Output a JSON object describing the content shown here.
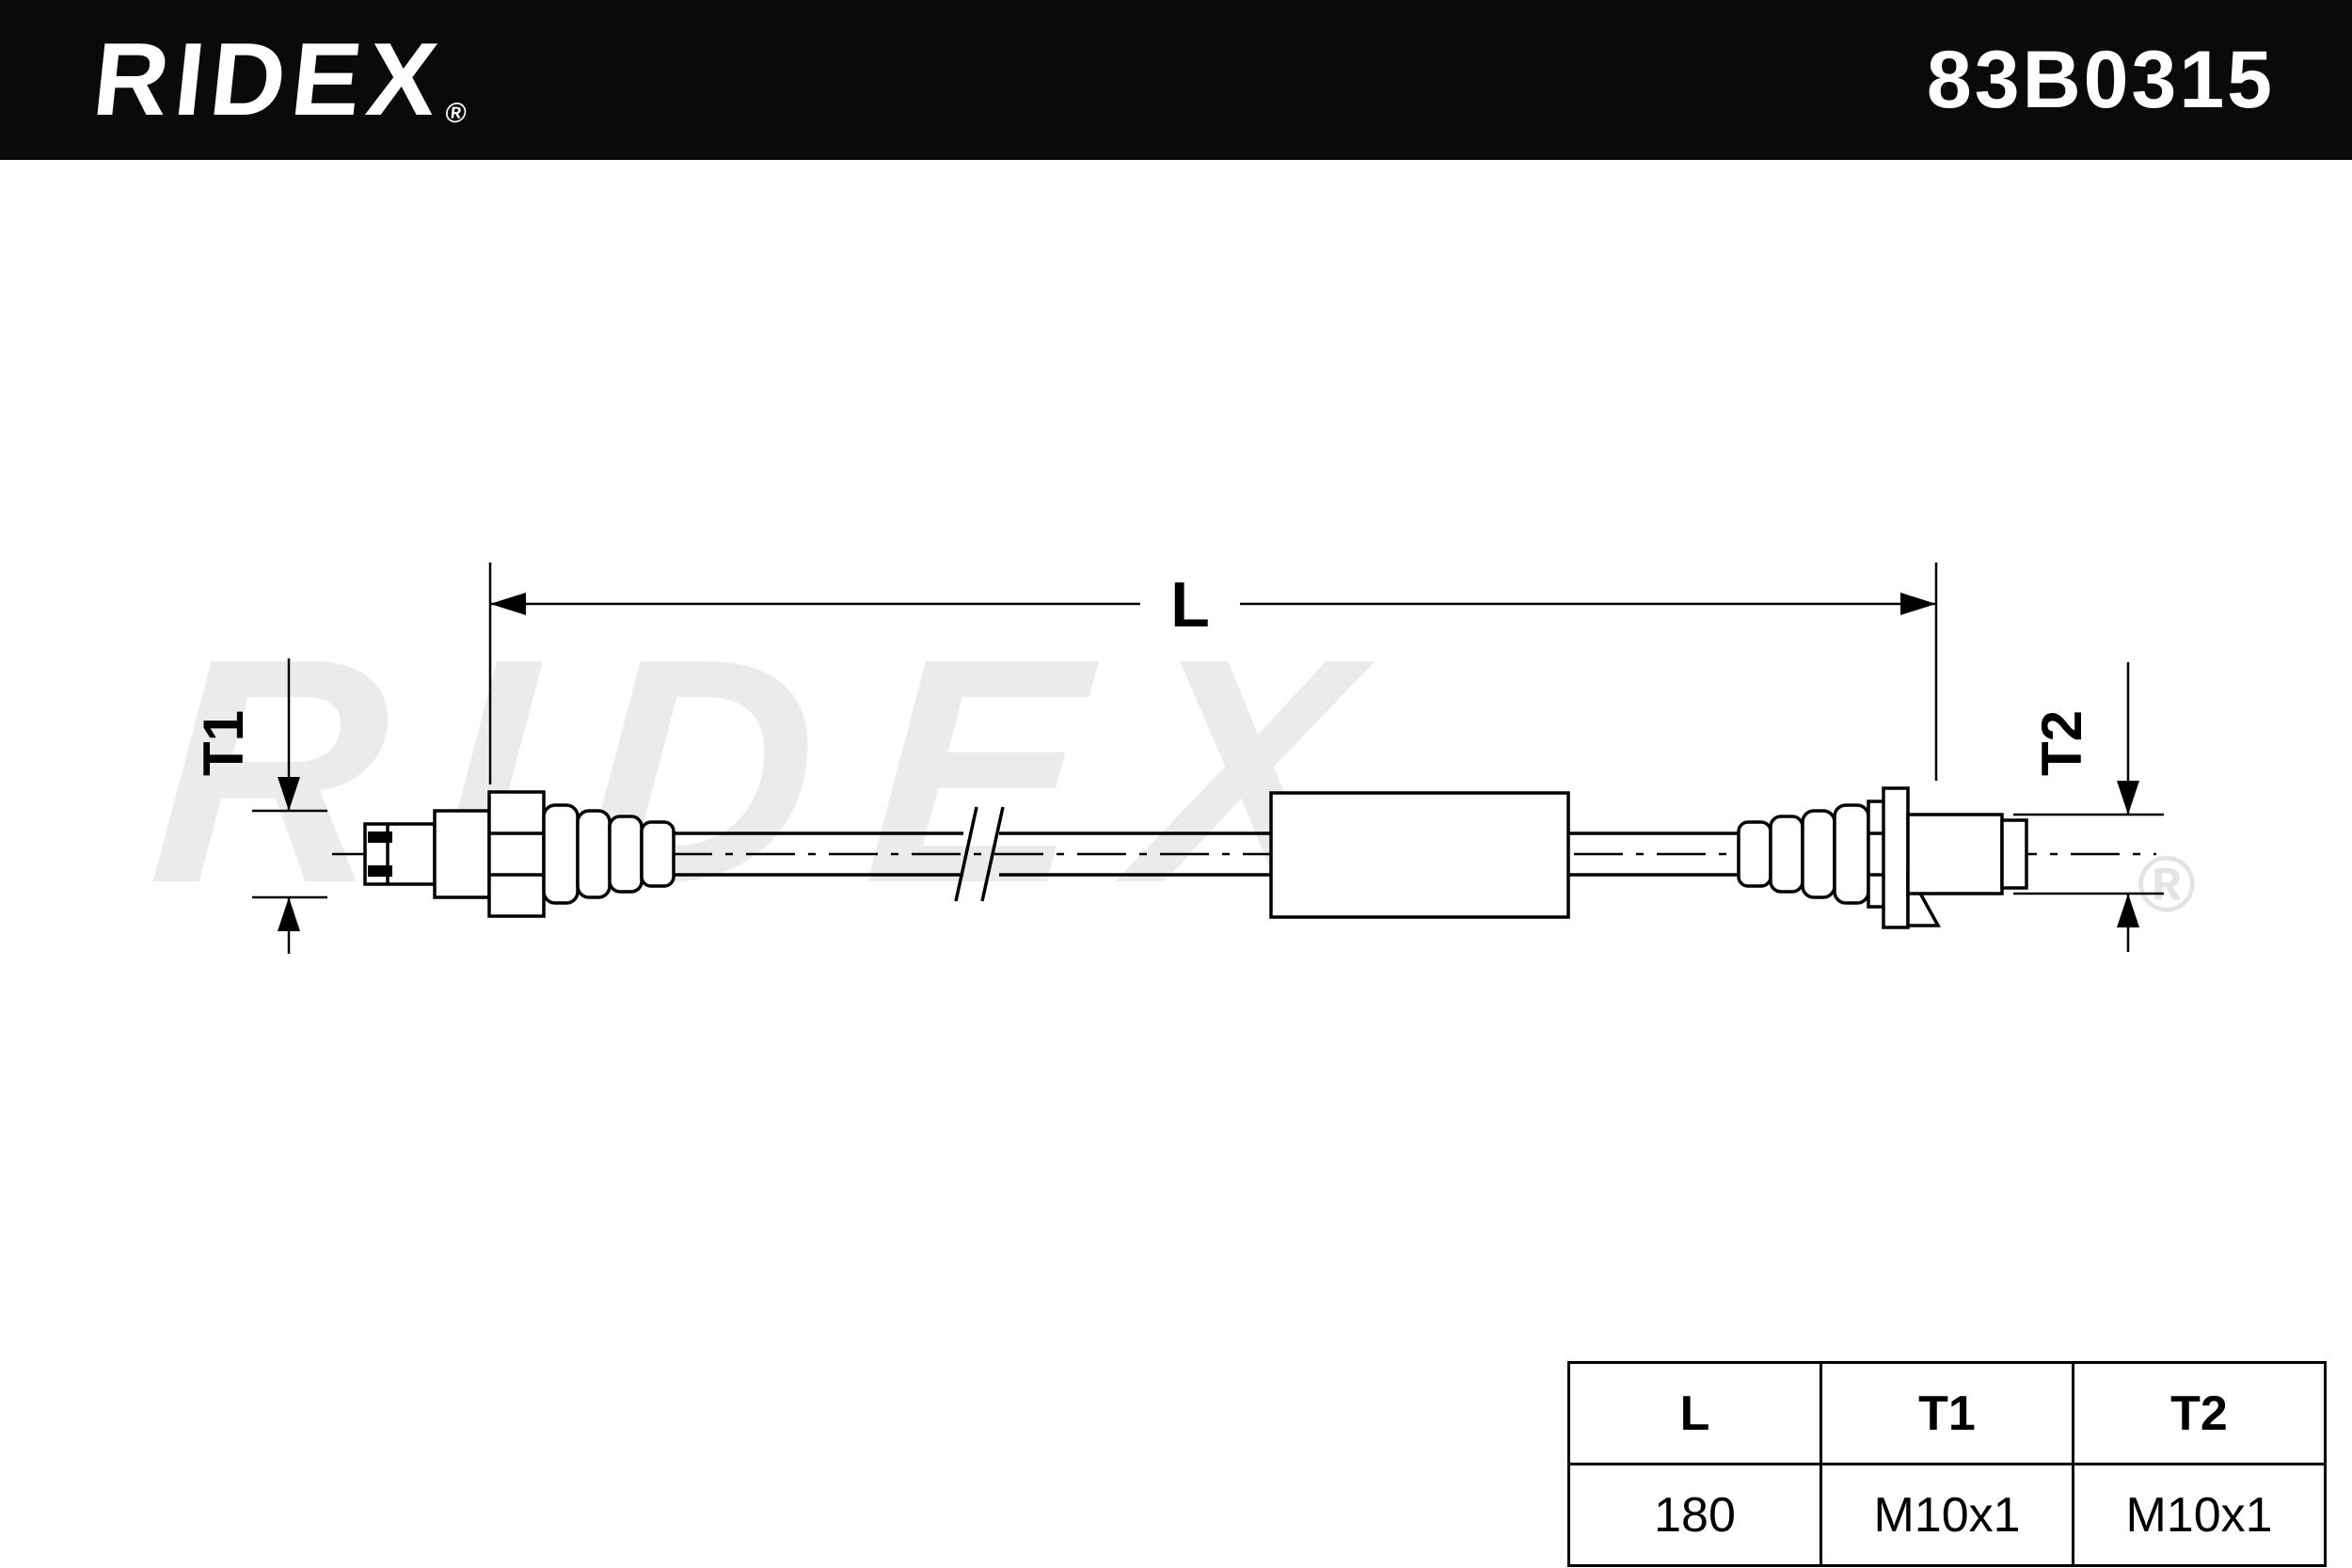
{
  "header": {
    "brand": "RIDEX",
    "registered_mark": "®",
    "part_number": "83B0315"
  },
  "watermark": {
    "text": "RIDEX",
    "registered_mark": "®"
  },
  "diagram": {
    "labels": {
      "length": "L",
      "thread_left": "T1",
      "thread_right": "T2"
    }
  },
  "spec_table": {
    "columns": [
      "L",
      "T1",
      "T2"
    ],
    "rows": [
      [
        "180",
        "M10x1",
        "M10x1"
      ]
    ]
  }
}
